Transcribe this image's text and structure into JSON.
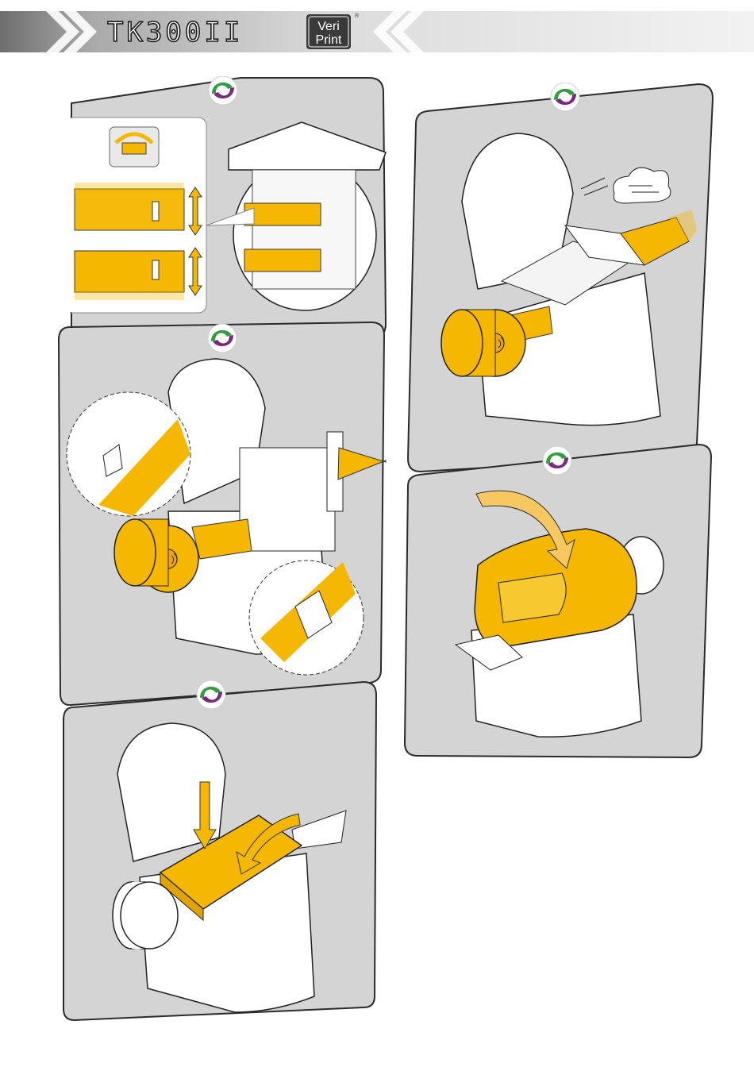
{
  "header": {
    "model_name": "TK300II",
    "brand_line1": "Veri",
    "brand_line2": "Print",
    "registered_mark": "®"
  },
  "colors": {
    "paper_yellow": "#F5B700",
    "panel_gray": "#D4D4D4",
    "panel_border": "#2b2b2b",
    "badge_green": "#2E9E3E",
    "badge_purple": "#7A2A7E",
    "header_dark": "#5f5f5f",
    "header_light": "#e8e8e8"
  },
  "steps": [
    {
      "icon": "paper-width-adjust-icon"
    },
    {
      "icon": "paper-feed-through-guides-icon"
    },
    {
      "icon": "close-mechanism-icon"
    },
    {
      "icon": "paper-roll-insert-icon"
    },
    {
      "icon": "close-cover-icon"
    }
  ]
}
